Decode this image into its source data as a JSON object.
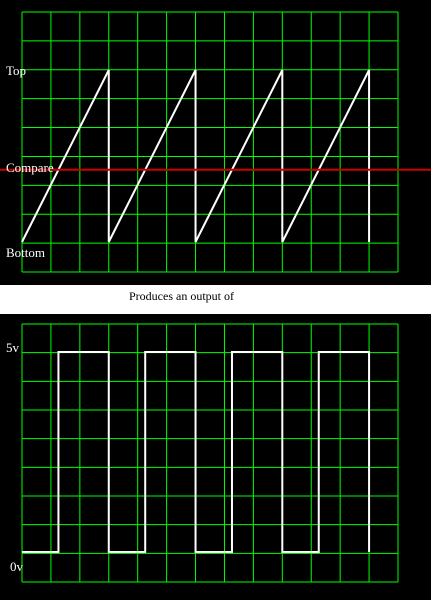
{
  "top_scope": {
    "labels": {
      "top": "Top",
      "compare": "Compare",
      "bottom": "Bottom"
    },
    "waveform": "sawtooth",
    "periods": 4,
    "compare_level": 0.42
  },
  "caption": "Produces an output of",
  "bottom_scope": {
    "labels": {
      "high": "5v",
      "low": "0v"
    },
    "waveform": "square",
    "periods": 4
  },
  "colors": {
    "background": "#000000",
    "grid": "#00ff00",
    "trace": "#ffffff",
    "compare_line": "#cc0000",
    "page": "#ffffff"
  }
}
